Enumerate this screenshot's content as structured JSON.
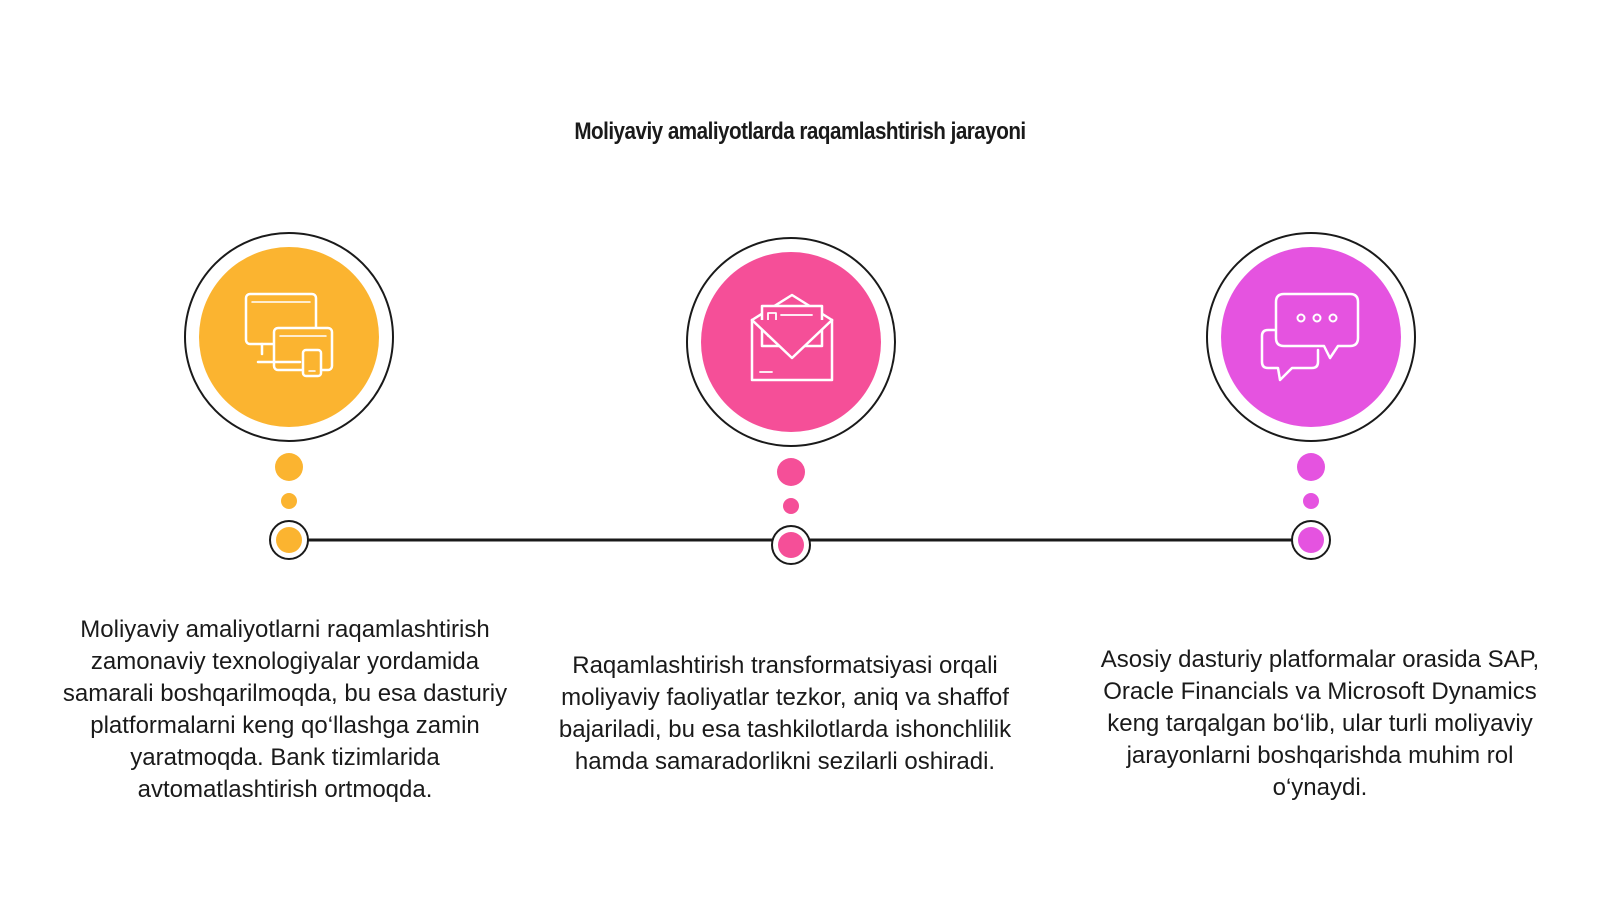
{
  "title": "Moliyaviy amaliyotlarda raqamlashtirish jarayoni",
  "colors": {
    "line": "#1a1a1a",
    "ring": "#1a1a1a",
    "step1": "#FBB430",
    "step2": "#F54F98",
    "step3": "#E553E0"
  },
  "steps": [
    {
      "icon": "devices-icon",
      "color": "#FBB430",
      "text": "Moliyaviy amaliyotlarni raqamlashtirish zamonaviy texnologiyalar yordamida samarali boshqarilmoqda, bu esa dasturiy platformalarni keng qo‘llashga zamin yaratmoqda. Bank tizimlarida avtomatlashtirish ortmoqda."
    },
    {
      "icon": "envelope-letter-icon",
      "color": "#F54F98",
      "text": "Raqamlashtirish transformatsiyasi orqali moliyaviy faoliyatlar tezkor, aniq va shaffof bajariladi, bu esa tashkilotlarda ishonchlilik hamda samaradorlikni sezilarli oshiradi."
    },
    {
      "icon": "chat-bubbles-icon",
      "color": "#E553E0",
      "text": "Asosiy dasturiy platformalar orasida SAP, Oracle Financials va Microsoft Dynamics keng tarqalgan bo‘lib, ular turli moliyaviy jarayonlarni boshqarishda muhim rol o‘ynaydi."
    }
  ]
}
